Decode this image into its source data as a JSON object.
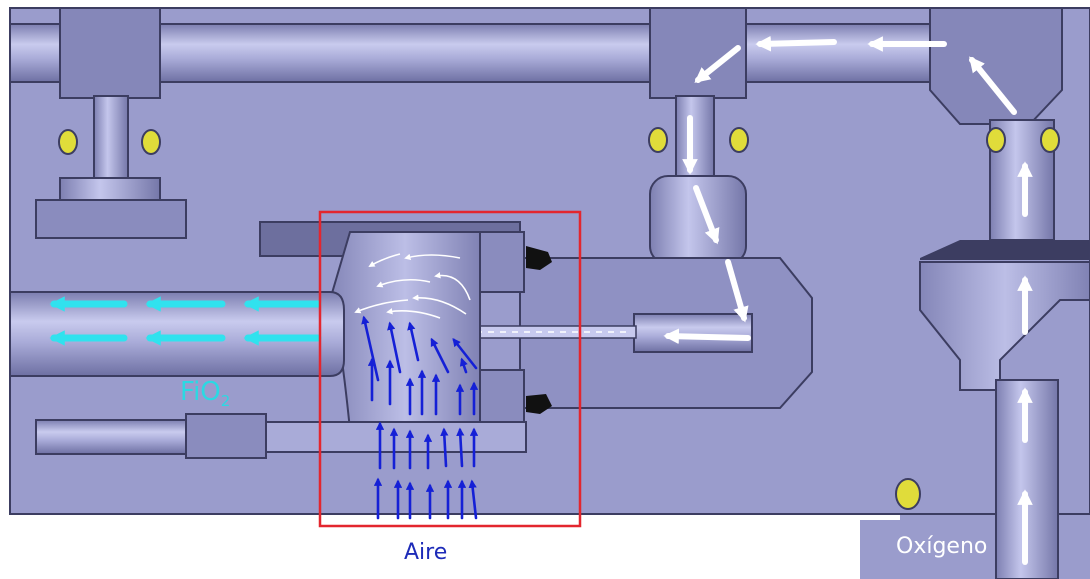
{
  "labels": {
    "fio2_main": "FiO",
    "fio2_sub": "2",
    "aire": "Aire",
    "oxigeno": "Oxígeno"
  },
  "colors": {
    "body": "#9a9ccc",
    "body_light": "#b1b3dd",
    "body_dark": "#6d6f9e",
    "edge": "#3c3d61",
    "seal": "#e0dc3a",
    "oxygen_flow": "#ffffff",
    "air_flow": "#1520d6",
    "mixed_flow": "#30e2ee",
    "highlight": "#e3262e"
  }
}
